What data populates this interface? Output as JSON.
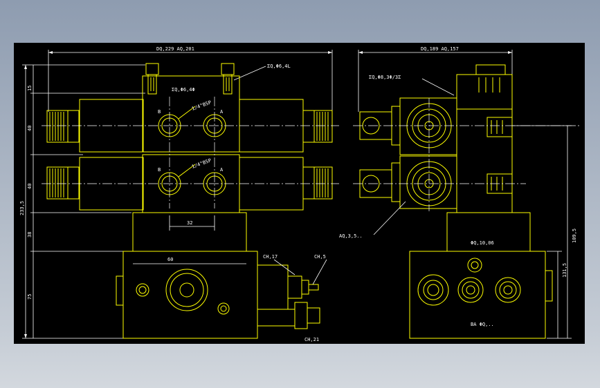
{
  "labels": {
    "dim_top_left": "DQ,229  AQ,201",
    "dim_top_right": "DQ,189  AQ,157",
    "note_top_right_left": "ΣQ,Φ6,4L",
    "note_valve_top": "ΣQ,Φ6,4Φ",
    "note_right": "ΣQ,Φ8,3Φ/3Σ",
    "port_b": "B",
    "port_a": "A",
    "thread_label": "1/4\"BSP",
    "dim_32": "32",
    "dim_15": "15",
    "dim_40_top": "40",
    "dim_40_bottom": "40",
    "dim_38": "38",
    "dim_75": "75",
    "dim_total_left": "233,5",
    "dim_60": "60",
    "note_ch17": "CH,17",
    "note_ch5": "CH,5",
    "note_ch21": "CH,21",
    "note_right_lower": "AQ,3,5..",
    "note_db10": "ΦQ,10,06",
    "dim_109": "109,5",
    "dim_131": "131,5",
    "note_ba": "BA ΦQ,.."
  }
}
